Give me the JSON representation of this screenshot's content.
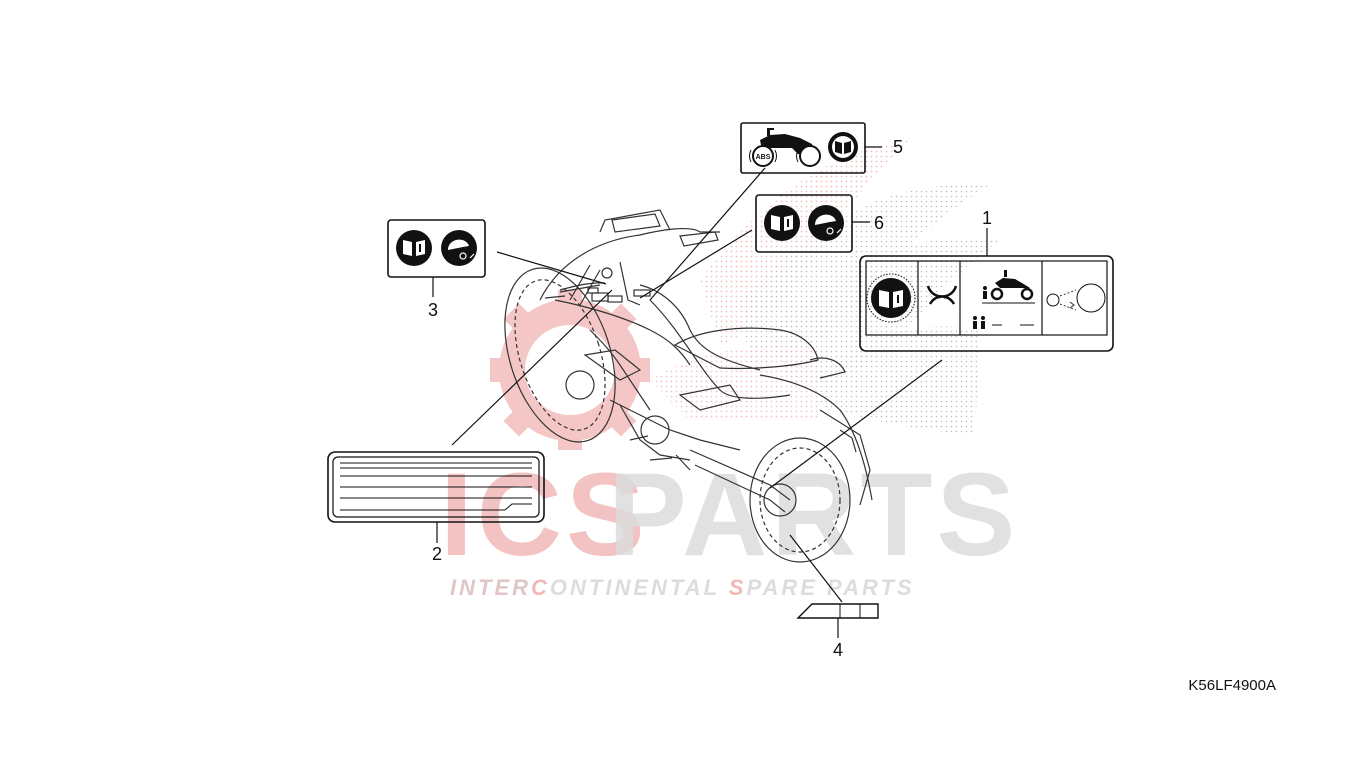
{
  "diagram_code": "K56LF4900A",
  "watermark": {
    "brand_prefix": "ICS",
    "brand_suffix": "PARTS",
    "tagline_parts": [
      "INTER",
      "C",
      "ONTINENTAL ",
      "S",
      "PARE PARTS"
    ],
    "colors": {
      "red": "#f2b8b8",
      "gray": "#dcdcdc"
    }
  },
  "callouts": [
    {
      "number": "1"
    },
    {
      "number": "2"
    },
    {
      "number": "3"
    },
    {
      "number": "4"
    },
    {
      "number": "5"
    },
    {
      "number": "6"
    }
  ],
  "label_icons": {
    "abs": "ABS"
  }
}
